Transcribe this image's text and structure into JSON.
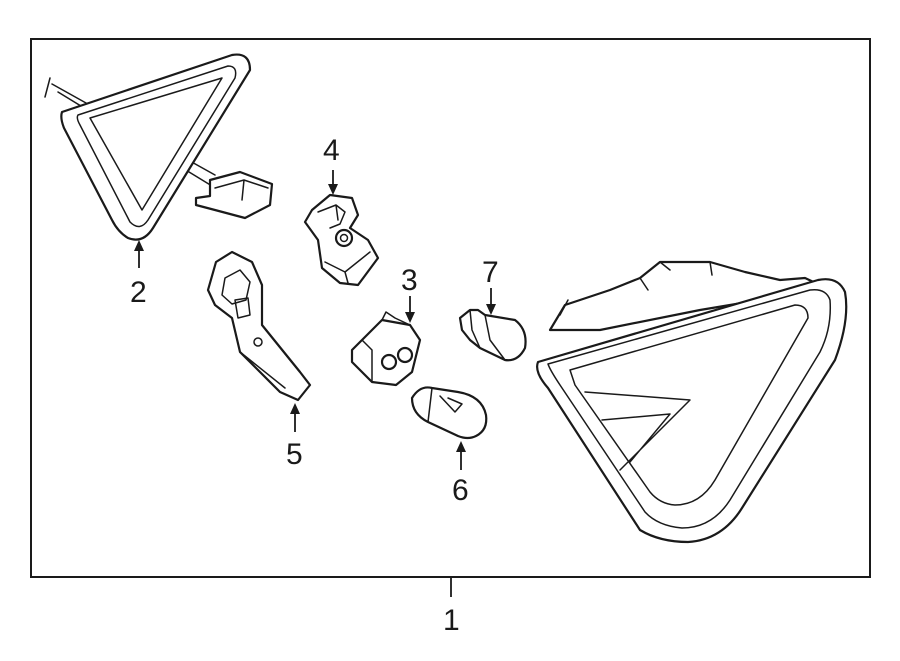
{
  "diagram": {
    "callouts": {
      "c1": "1",
      "c2": "2",
      "c3": "3",
      "c4": "4",
      "c5": "5",
      "c6": "6",
      "c7": "7"
    },
    "colors": {
      "line": "#1a1a1a",
      "background": "#ffffff"
    }
  }
}
